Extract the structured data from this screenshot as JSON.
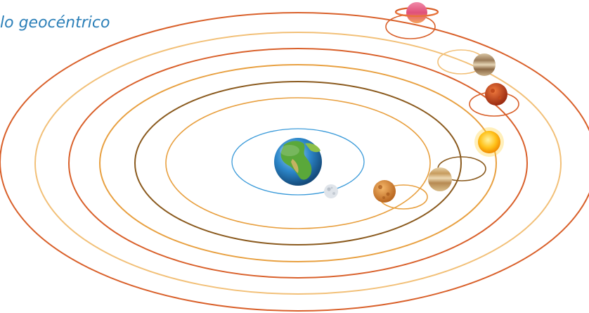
{
  "title": "lo geocéntrico",
  "center_body": {
    "name": "earth",
    "icon": "earth-icon"
  },
  "moon": {
    "name": "moon",
    "icon": "moon-icon"
  },
  "bodies_on_deferents": [
    {
      "name": "moon",
      "icon": "moon-icon"
    },
    {
      "name": "mercury",
      "icon": "mercury-icon"
    },
    {
      "name": "venus",
      "icon": "venus-icon"
    },
    {
      "name": "sun",
      "icon": "sun-icon"
    },
    {
      "name": "mars",
      "icon": "mars-icon"
    },
    {
      "name": "jupiter",
      "icon": "jupiter-icon"
    },
    {
      "name": "saturn",
      "icon": "saturn-icon"
    }
  ],
  "colors": {
    "title": "#2b7fb8",
    "moon_orbit": "#3a9ad9",
    "orbit_dark_brown": "#8a5a1e",
    "orbit_orange": "#e8a040",
    "orbit_light_orange": "#f2c078",
    "orbit_red_orange": "#d9602a"
  }
}
